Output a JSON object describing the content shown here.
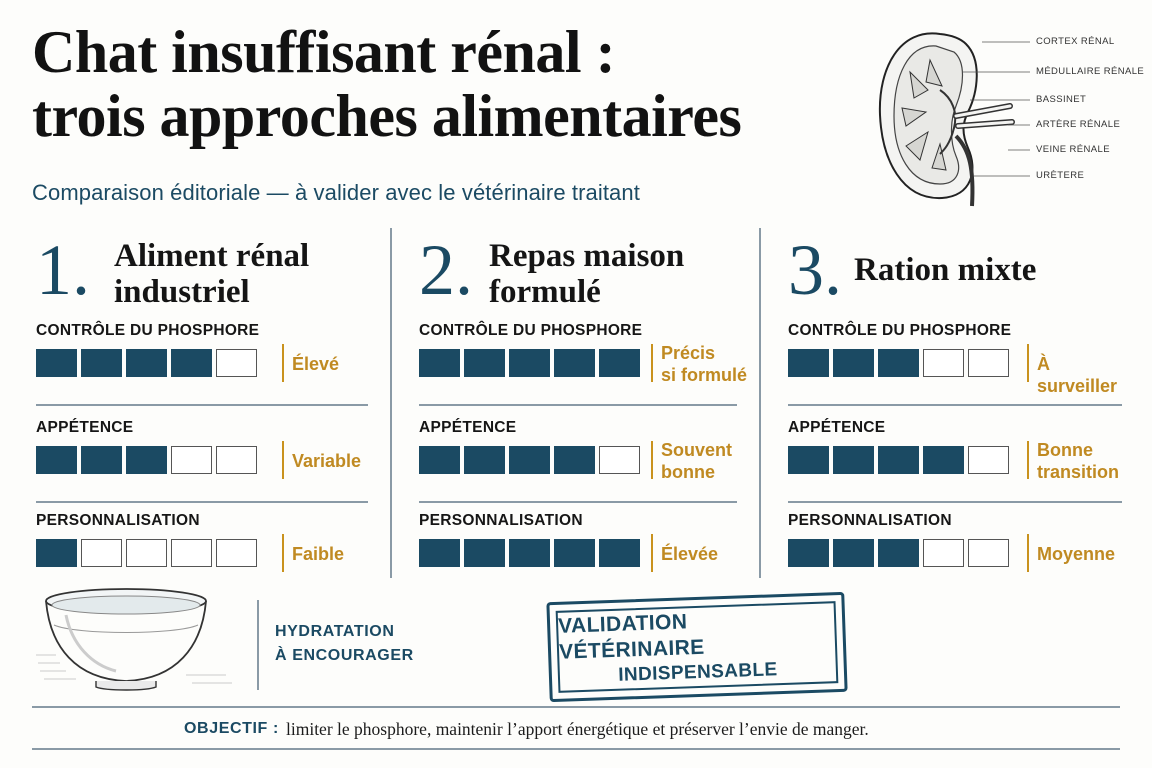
{
  "title": {
    "line1": "Chat insuffisant rénal :",
    "line2": "trois approches alimentaires"
  },
  "subtitle": "Comparaison éditoriale — à valider avec le vétérinaire traitant",
  "kidney_illustration": {
    "icon": "kidney-cross-section-icon",
    "labels": [
      "CORTEX RÉNAL",
      "MÉDULLAIRE RÉNALE",
      "BASSINET",
      "ARTÈRE RÉNALE",
      "VEINE RÉNALE",
      "URÈTERE"
    ]
  },
  "rating_scale_max": 5,
  "colors": {
    "accent": "#1b4a63",
    "value": "#c08a22",
    "divider": "#8a9aa6"
  },
  "approaches": [
    {
      "number": "1.",
      "title_line1": "Aliment rénal",
      "title_line2": "industriel",
      "criteria": [
        {
          "label": "CONTRÔLE DU PHOSPHORE",
          "rating": 4,
          "value_line1": "Élevé",
          "value_line2": ""
        },
        {
          "label": "APPÉTENCE",
          "rating": 3,
          "value_line1": "Variable",
          "value_line2": ""
        },
        {
          "label": "PERSONNALISATION",
          "rating": 1,
          "value_line1": "Faible",
          "value_line2": ""
        }
      ]
    },
    {
      "number": "2.",
      "title_line1": "Repas maison",
      "title_line2": "formulé",
      "criteria": [
        {
          "label": "CONTRÔLE DU PHOSPHORE",
          "rating": 5,
          "value_line1": "Précis",
          "value_line2": "si formulé"
        },
        {
          "label": "APPÉTENCE",
          "rating": 4,
          "value_line1": "Souvent",
          "value_line2": "bonne"
        },
        {
          "label": "PERSONNALISATION",
          "rating": 5,
          "value_line1": "Élevée",
          "value_line2": ""
        }
      ]
    },
    {
      "number": "3.",
      "title_line1": "Ration mixte",
      "title_line2": "",
      "criteria": [
        {
          "label": "CONTRÔLE DU PHOSPHORE",
          "rating": 3,
          "value_line1": "À surveiller",
          "value_line2": ""
        },
        {
          "label": "APPÉTENCE",
          "rating": 4,
          "value_line1": "Bonne",
          "value_line2": "transition"
        },
        {
          "label": "PERSONNALISATION",
          "rating": 3,
          "value_line1": "Moyenne",
          "value_line2": ""
        }
      ]
    }
  ],
  "hydration": {
    "icon": "water-bowl-icon",
    "line1": "HYDRATATION",
    "line2": "À ENCOURAGER"
  },
  "stamp": {
    "line1": "VALIDATION VÉTÉRINAIRE",
    "line2": "INDISPENSABLE"
  },
  "objective": {
    "label": "OBJECTIF :",
    "text": "limiter le phosphore, maintenir l’apport énergétique et préserver l’envie de manger."
  }
}
